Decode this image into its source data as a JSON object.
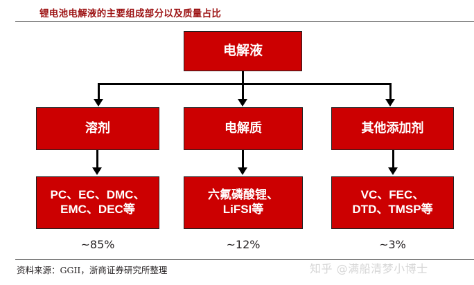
{
  "header": {
    "title": "锂电池电解液的主要组成部分以及质量占比"
  },
  "colors": {
    "box_fill": "#cc0001",
    "box_border": "#231f20",
    "title_red": "#9c1112",
    "connector": "#000000",
    "watermark_gray": "#d6d6d6"
  },
  "diagram": {
    "root": {
      "label": "电解液"
    },
    "level2": [
      {
        "label": "溶剂"
      },
      {
        "label": "电解质"
      },
      {
        "label": "其他添加剂"
      }
    ],
    "level3": [
      {
        "line1": "PC、EC、DMC、",
        "line2": "EMC、DEC等"
      },
      {
        "line1": "六氟磷酸锂、",
        "line2": "LiFSI等"
      },
      {
        "line1": "VC、FEC、",
        "line2": "DTD、TMSP等"
      }
    ],
    "percentages": [
      {
        "value": "~85%"
      },
      {
        "value": "~12%"
      },
      {
        "value": "~3%"
      }
    ]
  },
  "footer": {
    "source": "资料来源：GGII，浙商证券研究所整理",
    "watermark": "知乎 @满船清梦小博士"
  }
}
